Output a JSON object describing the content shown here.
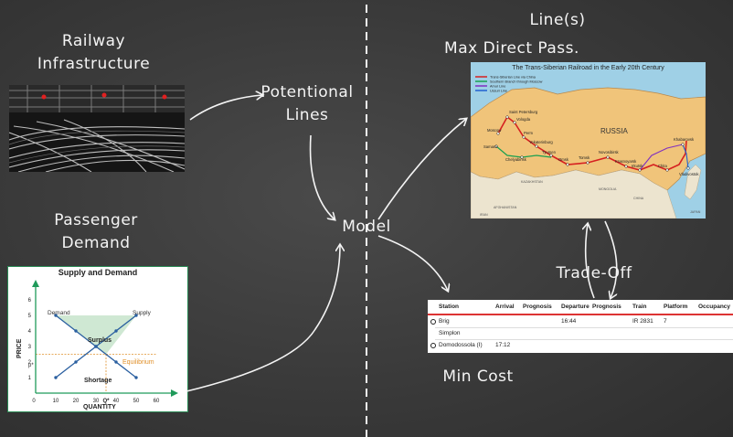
{
  "labels": {
    "railway_infrastructure": [
      "Railway",
      "Infrastructure"
    ],
    "passenger_demand": [
      "Passenger",
      "Demand"
    ],
    "potentional_lines": [
      "Potentional",
      "Lines"
    ],
    "model": "Model",
    "lines": "Line(s)",
    "max_direct_pass": "Max Direct Pass.",
    "trade_off": "Trade-Off",
    "min_cost": "Min Cost"
  },
  "map": {
    "title": "The Trans-Siberian Railroad in the Early 20th Century",
    "country_label": "RUSSIA",
    "legend": [
      "Trans-Siberian Line via China",
      "Southern Branch through Moscow",
      "Amur Line",
      "Ussuri Line"
    ],
    "legend_colors": [
      "#d62020",
      "#18a050",
      "#8030c0",
      "#2060d0"
    ],
    "cities": [
      "Saint Petersburg",
      "Moscow",
      "Vologda",
      "Perm",
      "Yekaterinburg",
      "Tyumen",
      "Samara",
      "Chelyabinsk",
      "Omsk",
      "Tomsk",
      "Novosibirsk",
      "Krasnoyarsk",
      "Irkutsk",
      "Chita",
      "Khabarovsk",
      "Vladivostok"
    ],
    "other_labels": [
      "MONGOLIA",
      "CHINA",
      "KAZAKHSTAN",
      "AFGHANISTAN",
      "IRAN",
      "JAPAN"
    ]
  },
  "timetable": {
    "headers": [
      "Station",
      "Arrival",
      "Prognosis",
      "Departure",
      "Prognosis",
      "Train",
      "Platform",
      "Occupancy"
    ],
    "rows": [
      {
        "station": "Brig",
        "arrival": "",
        "departure": "16:44",
        "train": "IR 2831",
        "platform": "7"
      },
      {
        "station": "Simplon",
        "arrival": "",
        "departure": "",
        "train": "",
        "platform": ""
      },
      {
        "station": "Domodossola (I)",
        "arrival": "17:12",
        "departure": "",
        "train": "",
        "platform": ""
      }
    ]
  },
  "supply_demand": {
    "title": "Supply and Demand",
    "xlabel": "QUANTITY",
    "ylabel": "PRICE",
    "x_ticks": [
      "0",
      "10",
      "20",
      "30",
      "Q*",
      "40",
      "50",
      "60"
    ],
    "y_ticks": [
      "1",
      "2",
      "3",
      "4",
      "5",
      "6"
    ],
    "p_star": "p*",
    "demand_label": "Demand",
    "supply_label": "Supply",
    "surplus_label": "Surplus",
    "shortage_label": "Shortage",
    "equilibrium_label": "Equilibrium",
    "chart_data": {
      "type": "line",
      "title": "Supply and Demand",
      "xlabel": "QUANTITY",
      "ylabel": "PRICE",
      "xlim": [
        0,
        65
      ],
      "ylim": [
        0,
        6.5
      ],
      "series": [
        {
          "name": "Demand",
          "x": [
            10,
            20,
            30,
            40,
            50
          ],
          "y": [
            5,
            4,
            3,
            2,
            1
          ]
        },
        {
          "name": "Supply",
          "x": [
            10,
            20,
            30,
            40,
            50
          ],
          "y": [
            1,
            2,
            3,
            4,
            5
          ]
        }
      ],
      "equilibrium": {
        "x": 35,
        "y": 2.5
      }
    }
  },
  "colors": {
    "chalk": "#f4f4f4",
    "sd_axis": "#1f9a5a",
    "sd_line": "#2a5fa0",
    "sd_surplus": "#cfe8d3",
    "sd_equilibrium": "#e0902a",
    "map_land": "#f0c47a",
    "map_sea": "#9fd0e6",
    "rail": "#d62020",
    "timetable_red": "#d33333"
  }
}
